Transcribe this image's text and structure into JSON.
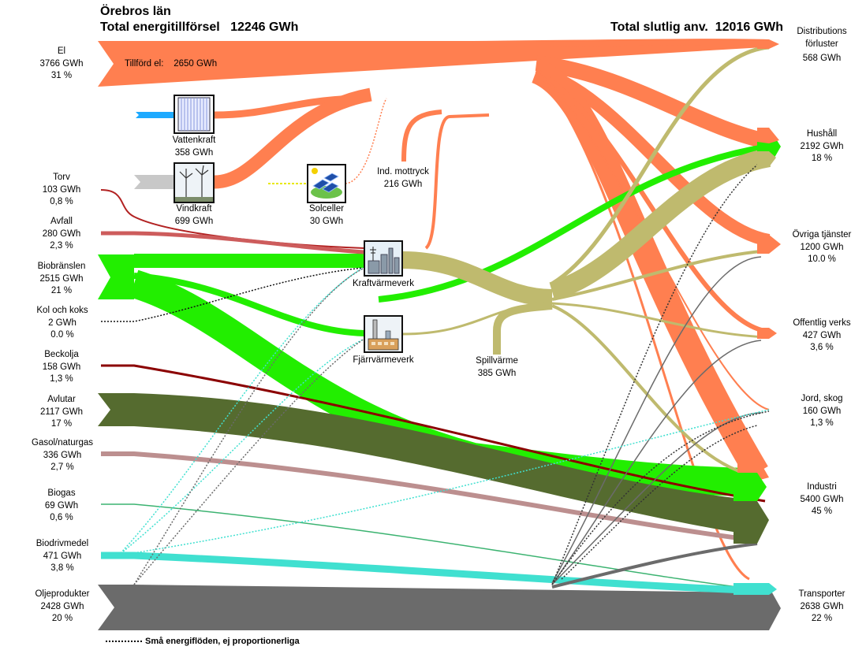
{
  "header": {
    "region": "Örebros län",
    "supply_title": "Total energitillförsel",
    "supply_value": "12246 GWh",
    "use_title": "Total slutlig anv.",
    "use_value": "12016 GWh"
  },
  "sources": [
    {
      "name": "El",
      "value": "3766 GWh",
      "share": "31 %"
    },
    {
      "name": "Torv",
      "value": "103 GWh",
      "share": "0,8 %"
    },
    {
      "name": "Avfall",
      "value": "280 GWh",
      "share": "2,3 %"
    },
    {
      "name": "Biobränslen",
      "value": "2515 GWh",
      "share": "21 %"
    },
    {
      "name": "Kol och koks",
      "value": "2 GWh",
      "share": "0.0 %"
    },
    {
      "name": "Beckolja",
      "value": "158 GWh",
      "share": "1,3 %"
    },
    {
      "name": "Avlutar",
      "value": "2117 GWh",
      "share": "17 %"
    },
    {
      "name": "Gasol/naturgas",
      "value": "336 GWh",
      "share": "2,7 %"
    },
    {
      "name": "Biogas",
      "value": "69 GWh",
      "share": "0,6 %"
    },
    {
      "name": "Biodrivmedel",
      "value": "471 GWh",
      "share": "3,8 %"
    },
    {
      "name": "Oljeprodukter",
      "value": "2428 GWh",
      "share": "20 %"
    }
  ],
  "sinks": [
    {
      "name": "Distributions",
      "name2": "förluster",
      "value": "568 GWh",
      "share": ""
    },
    {
      "name": "Hushåll",
      "name2": "",
      "value": "2192 GWh",
      "share": "18 %"
    },
    {
      "name": "Övriga tjänster",
      "name2": "",
      "value": "1200 GWh",
      "share": "10.0 %"
    },
    {
      "name": "Offentlig verks",
      "name2": "",
      "value": "427 GWh",
      "share": "3,6 %"
    },
    {
      "name": "Jord, skog",
      "name2": "",
      "value": "160 GWh",
      "share": "1,3 %"
    },
    {
      "name": "Industri",
      "name2": "",
      "value": "5400 GWh",
      "share": "45 %"
    },
    {
      "name": "Transporter",
      "name2": "",
      "value": "2638 GWh",
      "share": "22 %"
    }
  ],
  "middle": {
    "tillford_el_label": "Tillförd el:",
    "tillford_el_value": "2650 GWh",
    "vattenkraft_name": "Vattenkraft",
    "vattenkraft_value": "358 GWh",
    "vindkraft_name": "Vindkraft",
    "vindkraft_value": "699 GWh",
    "solceller_name": "Solceller",
    "solceller_value": "30 GWh",
    "ind_mottryck_name": "Ind. mottryck",
    "ind_mottryck_value": "216 GWh",
    "kraftvarmeverk_name": "Kraftvärmeverk",
    "fjarrvarmeverk_name": "Fjärrvärmeverk",
    "spillvarme_name": "Spillvärme",
    "spillvarme_value": "385 GWh"
  },
  "legend": {
    "small_flows": "Små energiflöden, ej proportionerliga"
  },
  "colors": {
    "electricity": "#ff7f50",
    "biofuel": "#22ee00",
    "district_heat": "#bfba6e",
    "black_liquor": "#556b2f",
    "oil": "#6b6b6b",
    "biodiesel": "#40e0d0",
    "lpg": "#bc8f8f",
    "biogas": "#3cb371",
    "peat": "#b22222",
    "waste": "#cd5c5c",
    "pitch_oil": "#8b0000",
    "hydro": "#1eaaff",
    "wind": "#c8c8c8",
    "solar": "#e8e800"
  }
}
